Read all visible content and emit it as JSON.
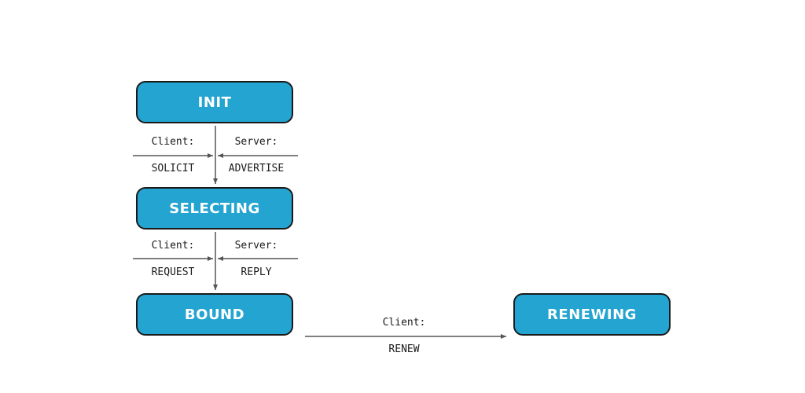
{
  "states": {
    "init": "INIT",
    "selecting": "SELECTING",
    "bound": "BOUND",
    "renewing": "RENEWING"
  },
  "transitions": {
    "init_to_selecting": {
      "client_label": "Client:",
      "client_message": "SOLICIT",
      "server_label": "Server:",
      "server_message": "ADVERTISE"
    },
    "selecting_to_bound": {
      "client_label": "Client:",
      "client_message": "REQUEST",
      "server_label": "Server:",
      "server_message": "REPLY"
    },
    "bound_to_renewing": {
      "client_label": "Client:",
      "client_message": "RENEW"
    }
  },
  "colors": {
    "state_fill": "#24a4d0",
    "state_border": "#1a1a1a",
    "state_text": "#ffffff",
    "arrow": "#555555"
  }
}
